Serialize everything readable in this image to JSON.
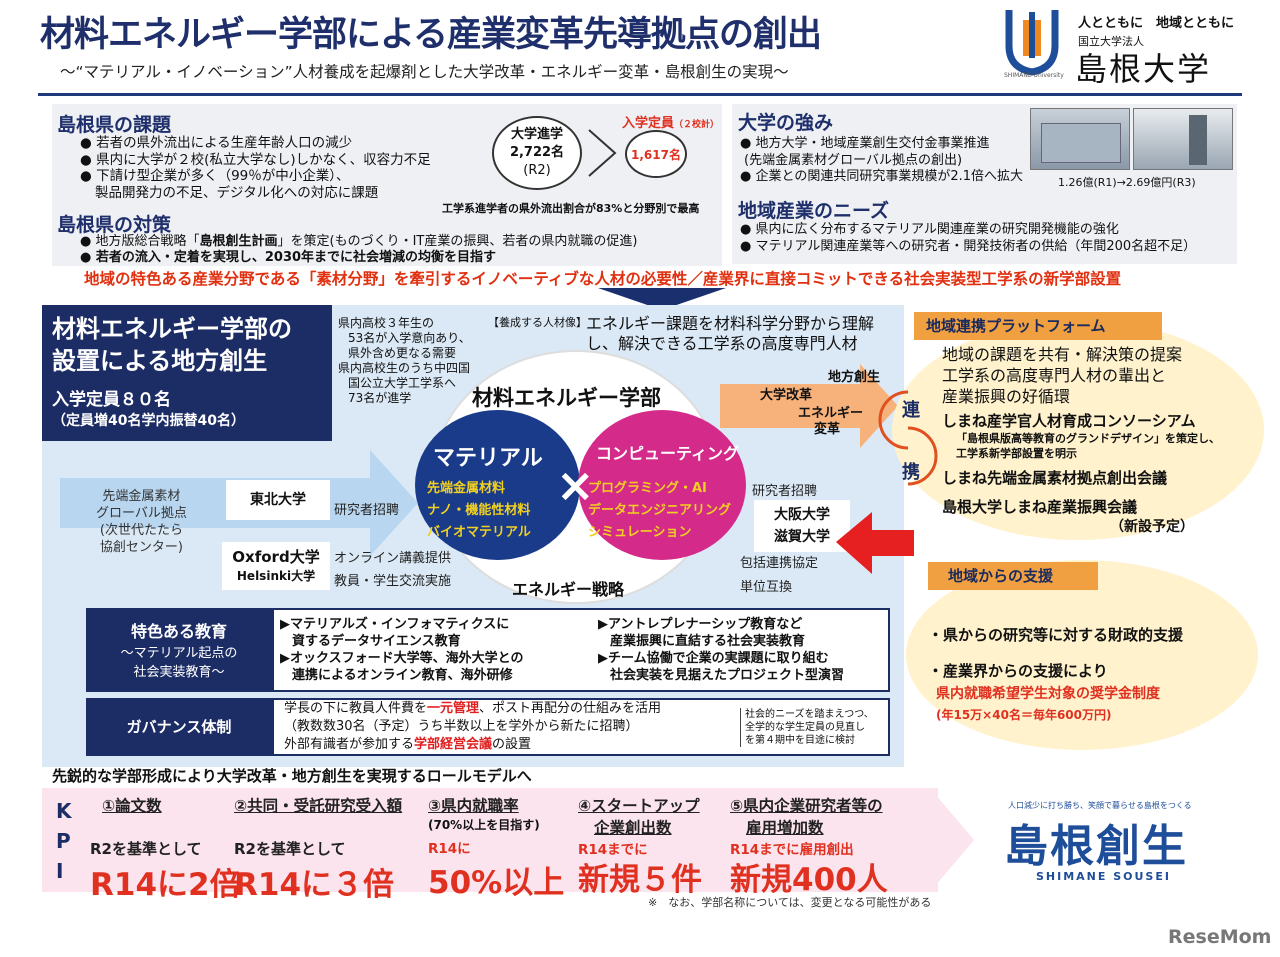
{
  "header": {
    "title": "材料エネルギー学部による産業変革先導拠点の創出",
    "subtitle": "～“マテリアル・イノベーション”人材養成を起爆剤とした大学改革・エネルギー変革・島根創生の実現～",
    "motto": "人とともに　地域とともに",
    "org_type": "国立大学法人",
    "university": "島根大学",
    "logo_text": "SHIMANE University"
  },
  "issues": {
    "heading": "島根県の課題",
    "items": [
      "若者の県外流出による生産年齢人口の減少",
      "県内に大学が２校(私立大学なし)しかなく、収容力不足",
      "下請け型企業が多く（99％が中小企業）、",
      "製品開発力の不足、デジタル化への対応に課題"
    ]
  },
  "measures": {
    "heading": "島根県の対策",
    "item1_pre": "地方版総合戦略「",
    "item1_bold": "島根創生計画",
    "item1_post": "」を策定(ものづくり・IT産業の振興、若者の県内就職の促進)",
    "item2": "若者の流入・定着を実現し、2030年までに社会増減の均衡を目指す"
  },
  "stats": {
    "adv_label": "大学進学",
    "adv_value": "2,722名",
    "adv_year": "(R2)",
    "cap_label": "入学定員",
    "cap_note": "（２校計）",
    "cap_value": "1,617名",
    "outflow": "工学系進学者の県外流出割合が83%と分野別で最高"
  },
  "strengths": {
    "heading": "大学の強み",
    "items": [
      "地方大学・地域産業創生交付金事業推進",
      "(先端金属素材グローバル拠点の創出)",
      "企業との関連共同研究事業規模が2.1倍へ拡大"
    ],
    "growth": "1.26億(R1)→2.69億円(R3)"
  },
  "needs": {
    "heading": "地域産業のニーズ",
    "items": [
      "県内に広く分布するマテリアル関連産業の研究開発機能の強化",
      "マテリアル関連産業等への研究者・開発技術者の供給（年間200名超不足）"
    ]
  },
  "banner": "地域の特色ある産業分野である「素材分野」を牽引するイノベーティブな人材の必要性／産業界に直接コミットできる社会実装型工学系の新学部設置",
  "faculty": {
    "title_line1": "材料エネルギー学部の",
    "title_line2": "設置による地方創生",
    "capacity": "入学定員８０名",
    "capacity_detail": "（定員増40名学内振替40名）",
    "local_notes": [
      "県内高校３年生の",
      "53名が入学意向あり、",
      "県外含め更なる需要",
      "県内高校生のうち中四国",
      "国公立大学工学系へ",
      "73名が進学"
    ],
    "cultivate_label": "【養成する人材像】",
    "cultivate_text_1": "エネルギー課題を材料科学分野から理解",
    "cultivate_text_2": "し、解決できる工学系の高度専門人材",
    "center_label": "材料エネルギー学部",
    "material": {
      "title": "マテリアル",
      "items": [
        "先端金属材料",
        "ナノ・機能性材料",
        "バイオマテリアル"
      ]
    },
    "computing": {
      "title": "コンピューティング",
      "items": [
        "プログラミング・AI",
        "データエンジニアリング",
        "シミュレーション"
      ]
    },
    "cross": "×",
    "energy": "エネルギー戦略",
    "outcomes": [
      "地方創生",
      "大学改革",
      "エネルギー",
      "変革"
    ],
    "metal_center": [
      "先端金属素材",
      "グローバル拠点",
      "(次世代たたら",
      "協創センター)"
    ],
    "partners_left": {
      "tohoku": "東北大学",
      "oxford": "Oxford大学",
      "helsinki": "Helsinki大学"
    },
    "left_notes": [
      "研究者招聘",
      "オンライン講義提供",
      "教員・学生交流実施"
    ],
    "partners_right": {
      "osaka": "大阪大学",
      "shiga": "滋賀大学"
    },
    "right_notes": [
      "研究者招聘",
      "包括連携協定",
      "単位互換"
    ]
  },
  "education": {
    "label": "特色ある教育",
    "sub1": "～マテリアル起点の",
    "sub2": "社会実装教育～",
    "left": [
      "マテリアルズ・インフォマティクスに",
      "資するデータサイエンス教育",
      "オックスフォード大学等、海外大学との",
      "連携によるオンライン教育、海外研修"
    ],
    "right": [
      "アントレプレナーシップ教育など",
      "産業振興に直結する社会実装教育",
      "チーム協働で企業の実課題に取り組む",
      "社会実装を見据えたプロジェクト型演習"
    ]
  },
  "governance": {
    "label": "ガバナンス体制",
    "line1_pre": "学長の下に教員人件費を",
    "line1_red": "一元管理",
    "line1_post": "、ポスト再配分の仕組みを活用",
    "line2": "（教数数30名（予定）うち半数以上を学外から新たに招聘）",
    "line3_pre": "外部有識者が参加する",
    "line3_red": "学部経営会議",
    "line3_post": "の設置",
    "side": [
      "社会的ニーズを踏まえつつ、",
      "全学的な学生定員の見直し",
      "を第４期中を目途に検討"
    ]
  },
  "role_model": "先鋭的な学部形成により大学改革・地方創生を実現するロールモデルへ",
  "platform": {
    "heading": "地域連携プラットフォーム",
    "link_chars": [
      "連",
      "携"
    ],
    "lines": [
      "地域の課題を共有・解決策の提案",
      "工学系の高度専門人材の輩出と",
      "産業振興の好循環"
    ],
    "item1": "しまね産学官人材育成コンソーシアム",
    "item1_note1": "「島根県版高等教育のグランドデザイン」を策定し、",
    "item1_note2": "工学系新学部設置を明示",
    "item2": "しまね先端金属素材拠点創出会議",
    "item3": "島根大学しまね産業振興会議",
    "item3_note": "（新設予定）"
  },
  "support": {
    "heading": "地域からの支援",
    "item1": "・県からの研究等に対する財政的支援",
    "item2": "・産業界からの支援により",
    "item2_red": "県内就職希望学生対象の奨学金制度",
    "item2_note": "(年15万×40名＝毎年600万円)"
  },
  "kpi": {
    "label": [
      "K",
      "P",
      "I"
    ],
    "items": [
      {
        "title": "①論文数",
        "sub": "R2を基準として",
        "value": "R14に2倍"
      },
      {
        "title": "②共同・受託研究受入額",
        "sub": "R2を基準として",
        "value": "R14に３倍"
      },
      {
        "title": "③県内就職率",
        "note": "(70%以上を目指す)",
        "sub": "R14に",
        "value": "50%以上"
      },
      {
        "title": "④スタートアップ",
        "title2": "企業創出数",
        "sub": "R14までに",
        "value": "新規５件"
      },
      {
        "title": "⑤県内企業研究者等の",
        "title2": "雇用増加数",
        "sub": "R14までに雇用創出",
        "value": "新規400人"
      }
    ],
    "footnote": "※　なお、学部名称については、変更となる可能性がある"
  },
  "sousei": {
    "tagline": "人口減少に打ち勝ち、笑顔で暮らせる島根をつくる",
    "logo": "島根創生",
    "romaji": "SHIMANE SOUSEI"
  },
  "watermark": "ReseMom",
  "colors": {
    "navy": "#1c2d66",
    "red": "#e03020",
    "orange": "#f0a040",
    "magenta": "#d0207a"
  }
}
